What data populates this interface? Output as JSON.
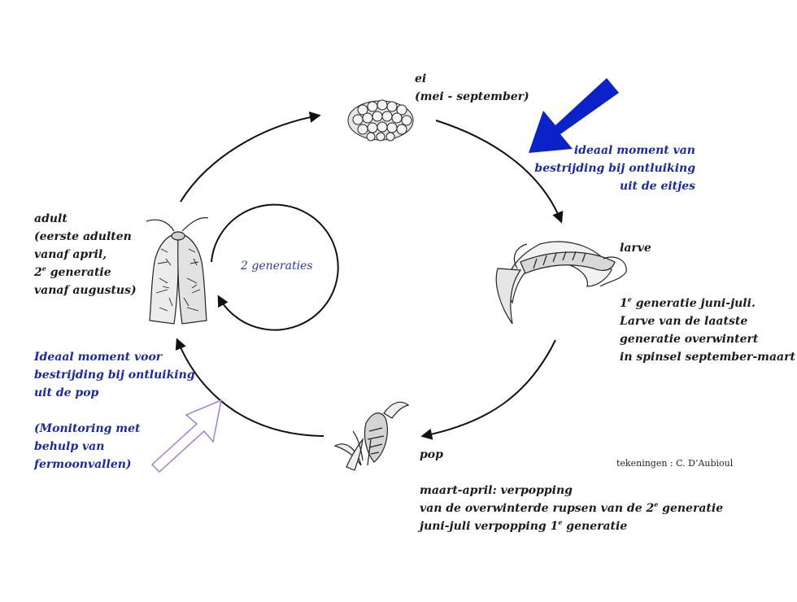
{
  "stages": {
    "egg": {
      "title": "ei",
      "period": "(mei - september)"
    },
    "larva": {
      "title": "larve"
    },
    "pupa": {
      "title": "pop"
    },
    "adult": {
      "title": "adult"
    }
  },
  "notes": {
    "egg_control": [
      "ideaal moment van",
      "bestrijding bij ontluiking",
      "uit de eitjes"
    ],
    "larva": {
      "line1_pre": "1",
      "line1_sup": "e",
      "line1_post": " generatie juni-juli.",
      "line2": "Larve van de laatste",
      "line3": "generatie overwintert",
      "line4": "in spinsel september-maart"
    },
    "adult": {
      "line1": "(eerste adulten",
      "line2": "vanaf april,",
      "line3_pre": "2",
      "line3_sup": "e",
      "line3_post": " generatie",
      "line4": "vanaf augustus)"
    },
    "adult_control": [
      "Ideaal moment voor",
      "bestrijding bij ontluiking",
      "uit de pop"
    ],
    "monitoring": [
      "(Monitoring met",
      "behulp van",
      "fermoonvallen)"
    ],
    "pupa": {
      "line1": "maart-april: verpopping",
      "line2_pre": "van de overwinterde rupsen van de 2",
      "line2_sup": "e",
      "line2_post": " generatie",
      "line3_pre": "juni-juli verpopping 1",
      "line3_sup": "e",
      "line3_post": " generatie"
    }
  },
  "center_label": "2 generaties",
  "credit": "tekeningen : C. D’Aubioul",
  "colors": {
    "accent_blue": "#1a2a9c",
    "arrow_blue": "#0a22c8",
    "arrow_purple": "#a27ed0",
    "ink": "#1a1a1a"
  }
}
